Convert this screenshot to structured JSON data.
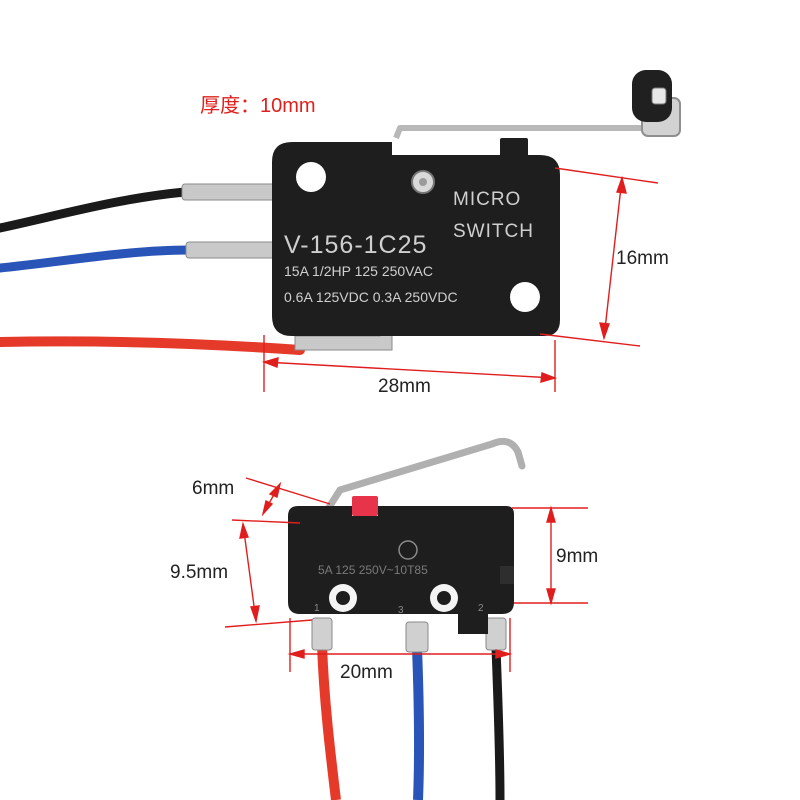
{
  "thickness_note": "厚度：10mm",
  "large_switch": {
    "brand_line1": "MICRO",
    "brand_line2": "SWITCH",
    "model": "V-156-1C25",
    "rating_line1": "15A 1/2HP 125 250VAC",
    "rating_line2": "0.6A 125VDC 0.3A 250VDC",
    "height_dim": "16mm",
    "width_dim": "28mm"
  },
  "small_switch": {
    "rating": "5A 125 250V~10T85",
    "pin_1": "1",
    "pin_3": "3",
    "pin_2": "2",
    "lever_dim": "6mm",
    "left_height_dim": "9.5mm",
    "right_height_dim": "9mm",
    "width_dim": "20mm"
  },
  "colors": {
    "note_red": "#e0201c",
    "wire_red": "#e53a2a",
    "wire_blue": "#2a55b8",
    "wire_black": "#1a1a1a",
    "body": "#1e1e1e",
    "dimension_line": "#e01e1e"
  }
}
